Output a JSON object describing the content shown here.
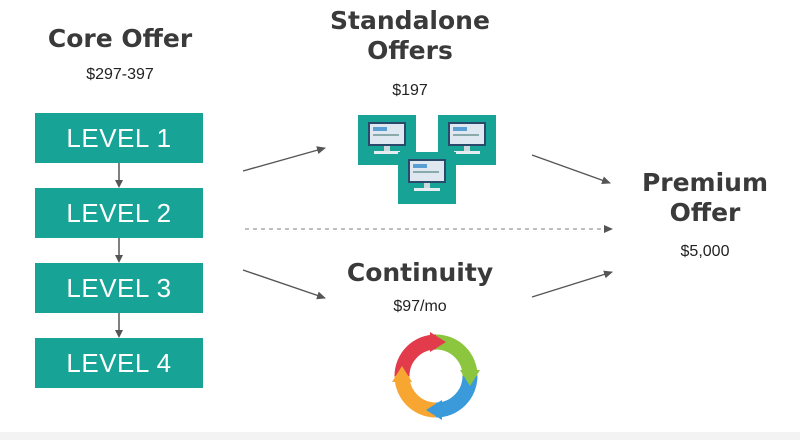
{
  "core_offer": {
    "title": "Core Offer",
    "price": "$297-397",
    "levels": [
      "LEVEL 1",
      "LEVEL 2",
      "LEVEL 3",
      "LEVEL 4"
    ]
  },
  "standalone_offers": {
    "title_line1": "Standalone",
    "title_line2": "Offers",
    "price": "$197",
    "icon": "computer-monitors-icon"
  },
  "continuity": {
    "title": "Continuity",
    "price": "$97/mo",
    "icon": "cycle-arrows-icon"
  },
  "premium_offer": {
    "title_line1": "Premium",
    "title_line2": "Offer",
    "price": "$5,000"
  },
  "colors": {
    "teal": "#17a497",
    "arrow": "#555555",
    "cycle": [
      "#e23c4c",
      "#8cc63f",
      "#3b9ad9",
      "#f7a632"
    ]
  }
}
